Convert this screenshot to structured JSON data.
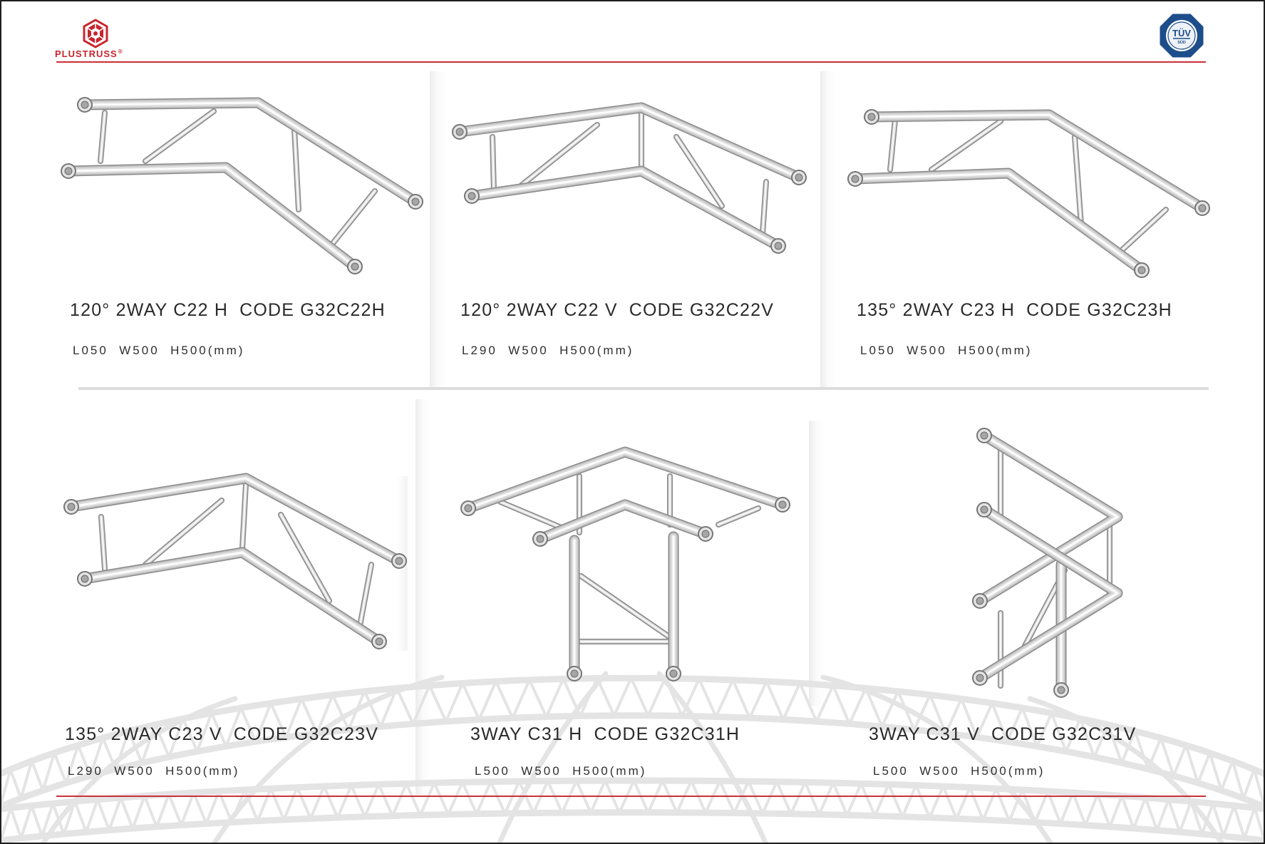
{
  "header": {
    "brand_name": "PLUSTRUSS",
    "brand_mark": "®",
    "brand_color": "#c8252d",
    "logo_icon": "plustruss-logo-icon",
    "certification_line1": "TÜV",
    "certification_line2": "SÜD",
    "certification_color": "#1d4d8b",
    "certification_icon": "tuv-sud-badge-icon"
  },
  "rule_color": "#c9303a",
  "products": [
    {
      "name": "120° 2WAY C22 H",
      "code": "CODE G32C22H",
      "dimensions": "L050  W500  H500(mm)",
      "illustration": "truss-2way-120-horizontal-icon"
    },
    {
      "name": "120° 2WAY C22 V",
      "code": "CODE G32C22V",
      "dimensions": "L290  W500  H500(mm)",
      "illustration": "truss-2way-120-vertical-icon"
    },
    {
      "name": "135° 2WAY C23 H",
      "code": "CODE G32C23H",
      "dimensions": "L050  W500  H500(mm)",
      "illustration": "truss-2way-135-horizontal-icon"
    },
    {
      "name": "135° 2WAY C23 V",
      "code": "CODE G32C23V",
      "dimensions": "L290  W500  H500(mm)",
      "illustration": "truss-2way-135-vertical-icon"
    },
    {
      "name": "3WAY C31 H",
      "code": "CODE G32C31H",
      "dimensions": "L500  W500  H500(mm)",
      "illustration": "truss-3way-horizontal-icon"
    },
    {
      "name": "3WAY C31 V",
      "code": "CODE G32C31V",
      "dimensions": "L500  W500  H500(mm)",
      "illustration": "truss-3way-vertical-icon"
    }
  ]
}
